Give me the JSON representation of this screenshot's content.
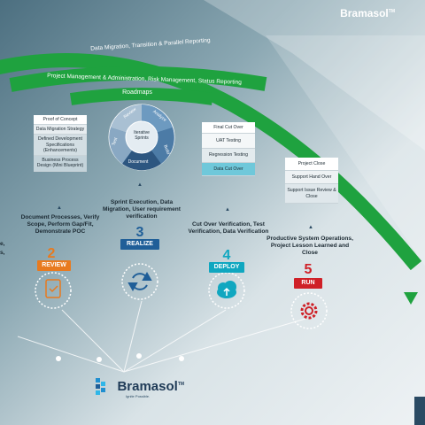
{
  "brand": {
    "top": "Bramasol",
    "bottom": "Bramasol",
    "tagline": "Ignite Possible."
  },
  "bands": [
    "Data Migration, Transition & Parallel Reporting",
    "Project Management & Administration, Risk Management, Status Reporting",
    "Roadmaps"
  ],
  "phases": {
    "review": {
      "number": "2",
      "label": "REVIEW",
      "items": [
        "Proof of Concept",
        "Data Migration Strategy",
        "Defined Development Specifications (Enhancements)",
        "Business Process Design (Mini Blueprint)"
      ],
      "caption": "Document Processes, Verify Scope, Perform Gap/Fit, Demonstrate POC"
    },
    "realize": {
      "number": "3",
      "label": "REALIZE",
      "center": "Iterative Sprints",
      "cycle": [
        "Review",
        "Analyze",
        "Build",
        "Document",
        "Test"
      ],
      "caption": "Sprint Execution, Data Migration, User requirement verification"
    },
    "deploy": {
      "number": "4",
      "label": "DEPLOY",
      "items": [
        "Final Cut Over",
        "UAT Testing",
        "Regression Testing",
        "Data Cut Over"
      ],
      "caption": "Cut Over Verification, Test Verification, Data Verification"
    },
    "run": {
      "number": "5",
      "label": "RUN",
      "items": [
        "Project Close",
        "Support Hand Over",
        "Support Issue Review & Close"
      ],
      "caption": "Productive System Operations, Project Lesson Learned and Close"
    }
  },
  "partial_left_text": [
    "e,",
    "s,"
  ],
  "colors": {
    "green": "#1fa23f",
    "blue": "#1f5e98",
    "orange": "#e87a1f",
    "teal": "#10a7c0",
    "red": "#cf2027",
    "navy": "#2a4a63"
  },
  "icons": {
    "review": "clipboard-check-icon",
    "realize": "refresh-arrows-icon",
    "deploy": "cloud-upload-icon",
    "run": "gear-icon"
  }
}
